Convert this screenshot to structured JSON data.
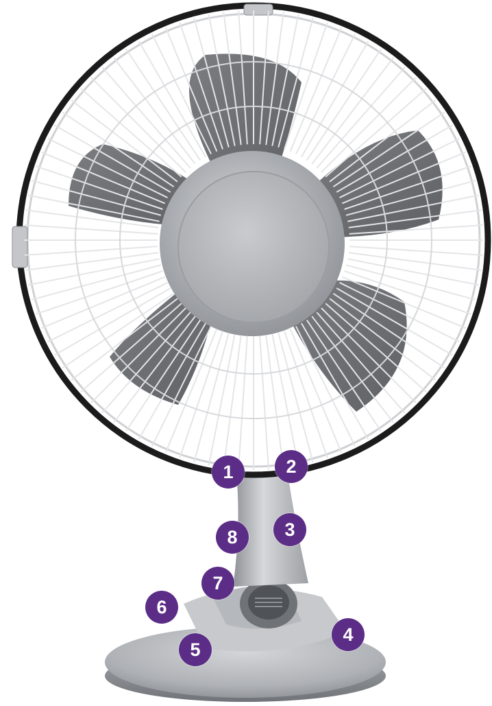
{
  "image": {
    "subject": "desk-fan",
    "background_color": "#ffffff",
    "fan_body_color": "#b9bcc0",
    "blade_color": "#6d6f73",
    "grille_color": "#e4e5e7",
    "rim_color": "#1b1b1b"
  },
  "callouts": {
    "badge_color": "#5b2d86",
    "text_color": "#ffffff",
    "items": [
      {
        "label": "1"
      },
      {
        "label": "2"
      },
      {
        "label": "3"
      },
      {
        "label": "4"
      },
      {
        "label": "5"
      },
      {
        "label": "6"
      },
      {
        "label": "7"
      },
      {
        "label": "8"
      }
    ]
  }
}
